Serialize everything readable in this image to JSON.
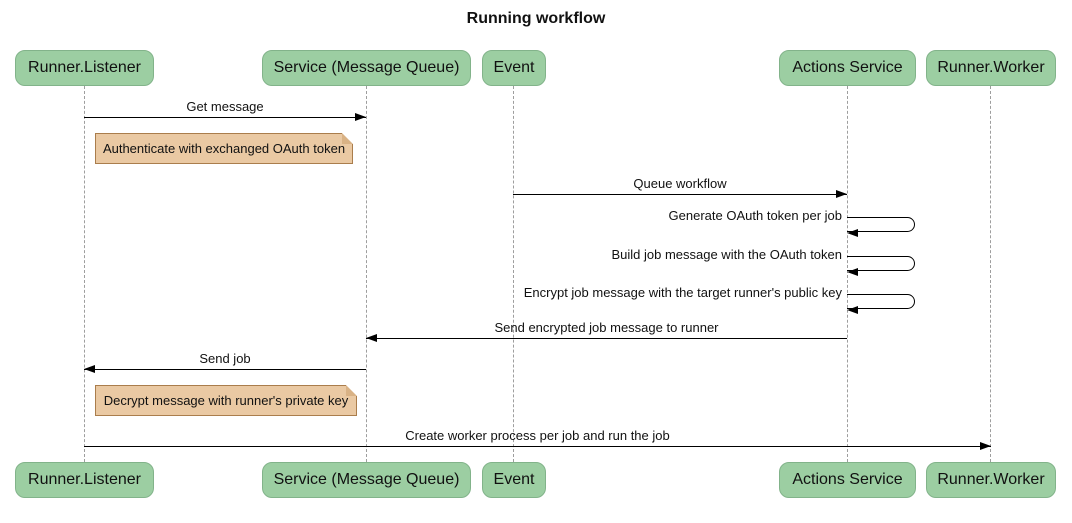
{
  "title": "Running workflow",
  "diagram_type": "sequence-diagram",
  "colors": {
    "participant_fill": "#9ccea2",
    "participant_border": "#82b38a",
    "note_fill": "#eac9a3",
    "note_border": "#aa7d4c",
    "lifeline": "#9e9e9e",
    "arrow": "#000000",
    "text": "#111111",
    "background": "#ffffff"
  },
  "participants": [
    {
      "name": "Runner.Listener"
    },
    {
      "name": "Service (Message Queue)"
    },
    {
      "name": "Event"
    },
    {
      "name": "Actions Service"
    },
    {
      "name": "Runner.Worker"
    }
  ],
  "messages": [
    {
      "type": "arrow",
      "direction": "right",
      "from": "Runner.Listener",
      "to": "Service (Message Queue)",
      "label": "Get message"
    },
    {
      "type": "note",
      "over": "Runner.Listener",
      "label": "Authenticate with exchanged OAuth token"
    },
    {
      "type": "arrow",
      "direction": "right",
      "from": "Event",
      "to": "Actions Service",
      "label": "Queue workflow"
    },
    {
      "type": "self",
      "from": "Actions Service",
      "to": "Actions Service",
      "label": "Generate OAuth token per job"
    },
    {
      "type": "self",
      "from": "Actions Service",
      "to": "Actions Service",
      "label": "Build job message with the OAuth token"
    },
    {
      "type": "self",
      "from": "Actions Service",
      "to": "Actions Service",
      "label": "Encrypt job message with the target runner's public key"
    },
    {
      "type": "arrow",
      "direction": "left",
      "from": "Actions Service",
      "to": "Service (Message Queue)",
      "label": "Send encrypted job message to runner"
    },
    {
      "type": "arrow",
      "direction": "left",
      "from": "Service (Message Queue)",
      "to": "Runner.Listener",
      "label": "Send job"
    },
    {
      "type": "note",
      "over": "Runner.Listener",
      "label": "Decrypt message with runner's private key"
    },
    {
      "type": "arrow",
      "direction": "right",
      "from": "Runner.Listener",
      "to": "Runner.Worker",
      "label": "Create worker process per job and run the job"
    }
  ]
}
